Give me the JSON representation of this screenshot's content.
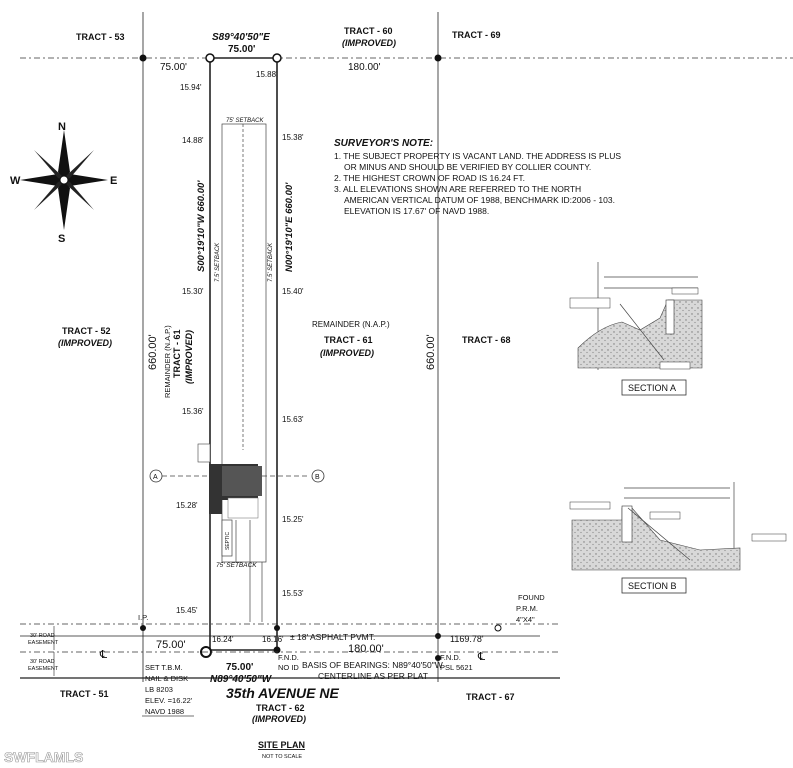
{
  "tracts": {
    "t53": "TRACT - 53",
    "t60": "TRACT - 60",
    "t60_sub": "(IMPROVED)",
    "t69": "TRACT - 69",
    "t52": "TRACT - 52",
    "t52_sub": "(IMPROVED)",
    "t61": "TRACT - 61",
    "t61_sub": "(IMPROVED)",
    "t61_vert": "TRACT - 61",
    "t61_vert_sub": "(IMPROVED)",
    "t68": "TRACT - 68",
    "t51": "TRACT - 51",
    "t62": "TRACT - 62",
    "t62_sub": "(IMPROVED)",
    "t67": "TRACT - 67"
  },
  "remainder": {
    "center": "REMAINDER (N.A.P.)",
    "vertical": "REMAINDER (N.A.P.)"
  },
  "bearings": {
    "north": "S89°40'50\"E",
    "north_dist": "75.00'",
    "west": "S00°19'10\"W  660.00'",
    "east": "N00°19'10\"E  660.00'",
    "south": "N89°40'50\"W",
    "south_dist": "75.00'"
  },
  "dims": {
    "top_left": "75.00'",
    "top_right": "180.00'",
    "left_660": "660.00'",
    "right_660": "660.00'",
    "bottom_left": "75.00'",
    "bottom_right": "180.00'",
    "d1169": "1169.78'",
    "d1594": "15.94'",
    "d1588": "15.88'",
    "d1488": "14.88'",
    "d1538": "15.38'",
    "d1530": "15.30'",
    "d1540": "15.40'",
    "d1536": "15.36'",
    "d1563": "15.63'",
    "d1528": "15.28'",
    "d1525": "15.25'",
    "d1545": "15.45'",
    "d1553": "15.53'",
    "d1624": "16.24'",
    "d1616": "16.16'"
  },
  "setbacks": {
    "top": "75' SETBACK",
    "left": "7.5' SETBACK",
    "right": "7.5' SETBACK",
    "bottom": "75' SETBACK",
    "septic": "SEPTIC"
  },
  "note": {
    "title": "SURVEYOR'S NOTE:",
    "l1": "1. THE SUBJECT PROPERTY IS VACANT LAND. THE ADDRESS IS PLUS",
    "l2": "OR MINUS AND SHOULD BE VERIFIED BY COLLIER COUNTY.",
    "l3": "2. THE HIGHEST CROWN OF ROAD IS 16.24 FT.",
    "l4": "3. ALL ELEVATIONS SHOWN ARE REFERRED TO THE NORTH",
    "l5": "AMERICAN VERTICAL DATUM OF 1988,  BENCHMARK ID:2006 - 103.",
    "l6": "ELEVATION IS 17.67' OF NAVD 1988."
  },
  "compass": {
    "n": "N",
    "s": "S",
    "e": "E",
    "w": "W"
  },
  "road": {
    "name": "35th AVENUE NE",
    "easement": "30' ROAD",
    "easement2": "EASEMENT",
    "asphalt": "± 18' ASPHALT PVMT.",
    "basis": "BASIS OF BEARINGS: N89°40'50\"W",
    "centerline": "CENTERLINE AS PER PLAT",
    "cl": "℄"
  },
  "monuments": {
    "found": "FOUND",
    "prm": "P.R.M.",
    "size": "4\"X4\"",
    "ip": "I.P.",
    "fnd1": "F.N.D.",
    "noid": "NO ID",
    "fnd2": "F.N.D.",
    "psl": "PSL 5621",
    "tbm1": "SET T.B.M.",
    "tbm2": "NAIL & DISK",
    "tbm3": "LB 8203",
    "tbm4": "ELEV. =16.22'",
    "tbm5": "NAVD 1988"
  },
  "sections": {
    "a": "SECTION A",
    "b": "SECTION B",
    "a_marker": "A",
    "b_marker": "B"
  },
  "footer": {
    "title": "SITE PLAN",
    "sub": "NOT TO SCALE",
    "watermark": "SWFLAMLS"
  }
}
